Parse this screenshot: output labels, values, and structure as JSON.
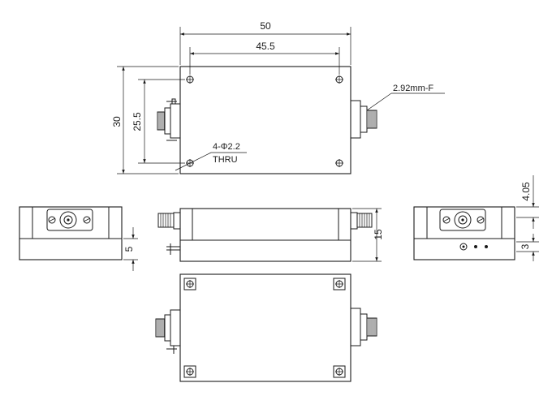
{
  "dimensions": {
    "overall_length": "50",
    "hole_spacing_length": "45.5",
    "overall_width": "30",
    "hole_spacing_width": "25.5",
    "height": "15",
    "base_height": "5",
    "side_dim_a": "4.05",
    "side_dim_b": "3"
  },
  "callouts": {
    "connector": "2.92mm-F",
    "holes_line1": "4-Φ2.2",
    "holes_line2": "THRU"
  },
  "colors": {
    "line": "#1a1a1a",
    "background": "#ffffff",
    "shading": "#e9e9e9"
  }
}
